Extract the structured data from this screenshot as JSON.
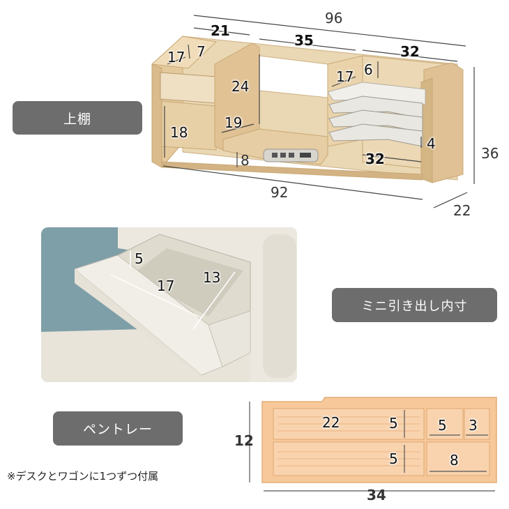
{
  "labels": {
    "shelf": "上棚",
    "drawer": "ミニ引き出し内寸",
    "tray": "ペントレー"
  },
  "note": "※デスクとワゴンに1つずつ付属",
  "shelf_dims": {
    "total_width": "96",
    "left_width": "21",
    "middle_width": "35",
    "right_width": "32",
    "drawer_depth": "17",
    "drawer_height": "7",
    "middle_height": "24",
    "left_height": "18",
    "inner_depth": "19",
    "file_depth": "17",
    "file_gap": "6",
    "file_gap2": "4",
    "right_inner": "32",
    "base_height": "8",
    "height": "36",
    "bottom_width": "92",
    "depth": "22"
  },
  "drawer_dims": {
    "height": "5",
    "width": "17",
    "depth": "13"
  },
  "tray_dims": {
    "compartment_long": "22",
    "compartment_h1": "5",
    "compartment_h2": "5",
    "small_w1": "5",
    "small_w2": "3",
    "small_w3": "8",
    "height": "12",
    "width": "34"
  },
  "colors": {
    "wood": "#e2c9a1",
    "wood_dark": "#c9a97a",
    "tray": "#f6c89a",
    "drawer_bg": "#ece8dc",
    "wall": "#7f9fa8"
  }
}
